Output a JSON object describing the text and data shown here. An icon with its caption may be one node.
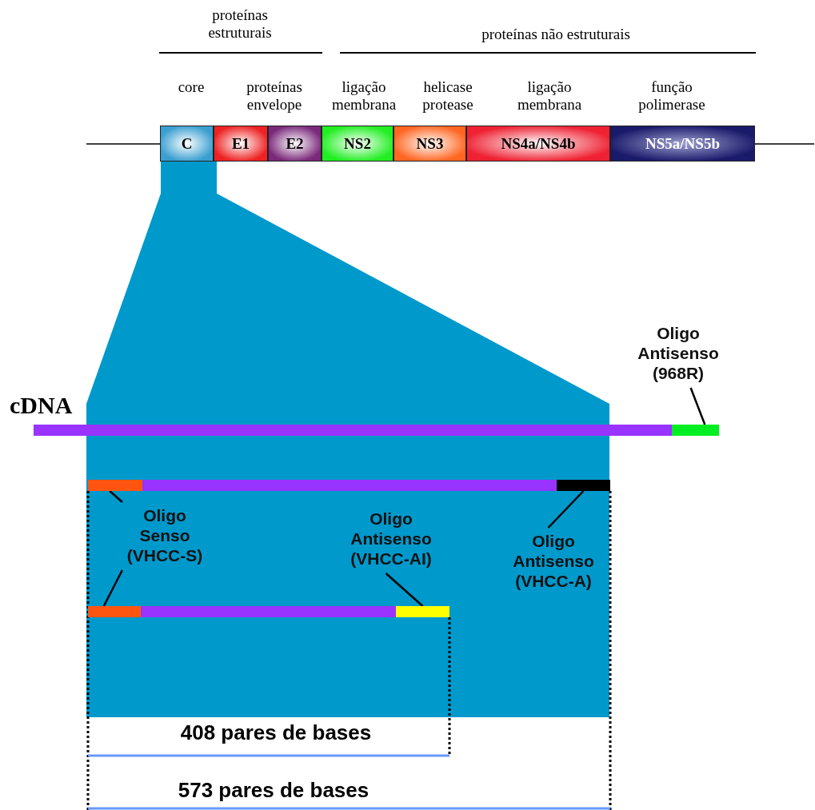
{
  "diagram": {
    "nodes": [
      {
        "text": [
          "C"
        ]
      },
      {
        "text": [
          "E1"
        ]
      },
      {
        "text": [
          "E2"
        ]
      },
      {
        "text": [
          "NS2"
        ]
      },
      {
        "text": [
          "NS3"
        ]
      },
      {
        "text": [
          "NS4a/NS4b"
        ]
      },
      {
        "text": [
          "NS5a/NS5b"
        ]
      },
      {
        "text": [
          "Oligo Antisenso (968R)"
        ]
      },
      {
        "text": [],
        "shape": "bar"
      },
      {
        "text": [],
        "shape": "bar"
      },
      {
        "text": [],
        "shape": "bar"
      },
      {
        "text": [
          "Oligo Senso (VHCC-S)"
        ]
      },
      {
        "text": [
          "Oligo Antisenso (VHCC-AI)"
        ]
      },
      {
        "text": [
          "Oligo Antisenso (VHCC-A)"
        ]
      },
      {
        "text": [],
        "shape": "bar"
      },
      {
        "text": [],
        "shape": "bar"
      },
      {
        "text": [],
        "shape": "bar"
      },
      {
        "text": [],
        "shape": "bar"
      },
      {
        "text": [],
        "shape": "bar"
      }
    ],
    "edges": [
      {
        "from": 7,
        "to": 8,
        "arrow": "none"
      },
      {
        "from": 11,
        "to": 9,
        "arrow": "none"
      },
      {
        "from": 12,
        "to": 15,
        "arrow": "none"
      },
      {
        "from": 13,
        "to": 10,
        "arrow": "none"
      },
      {
        "from": 11,
        "to": 14,
        "arrow": "none"
      }
    ],
    "labels": [
      "proteínas estruturais",
      "proteínas não estruturais",
      "core",
      "proteínas envelope",
      "ligação membrana",
      "helicase protease",
      "ligação membrana",
      "função polimerase",
      "cDNA",
      "408 pares de bases",
      "573 pares de bases"
    ]
  }
}
